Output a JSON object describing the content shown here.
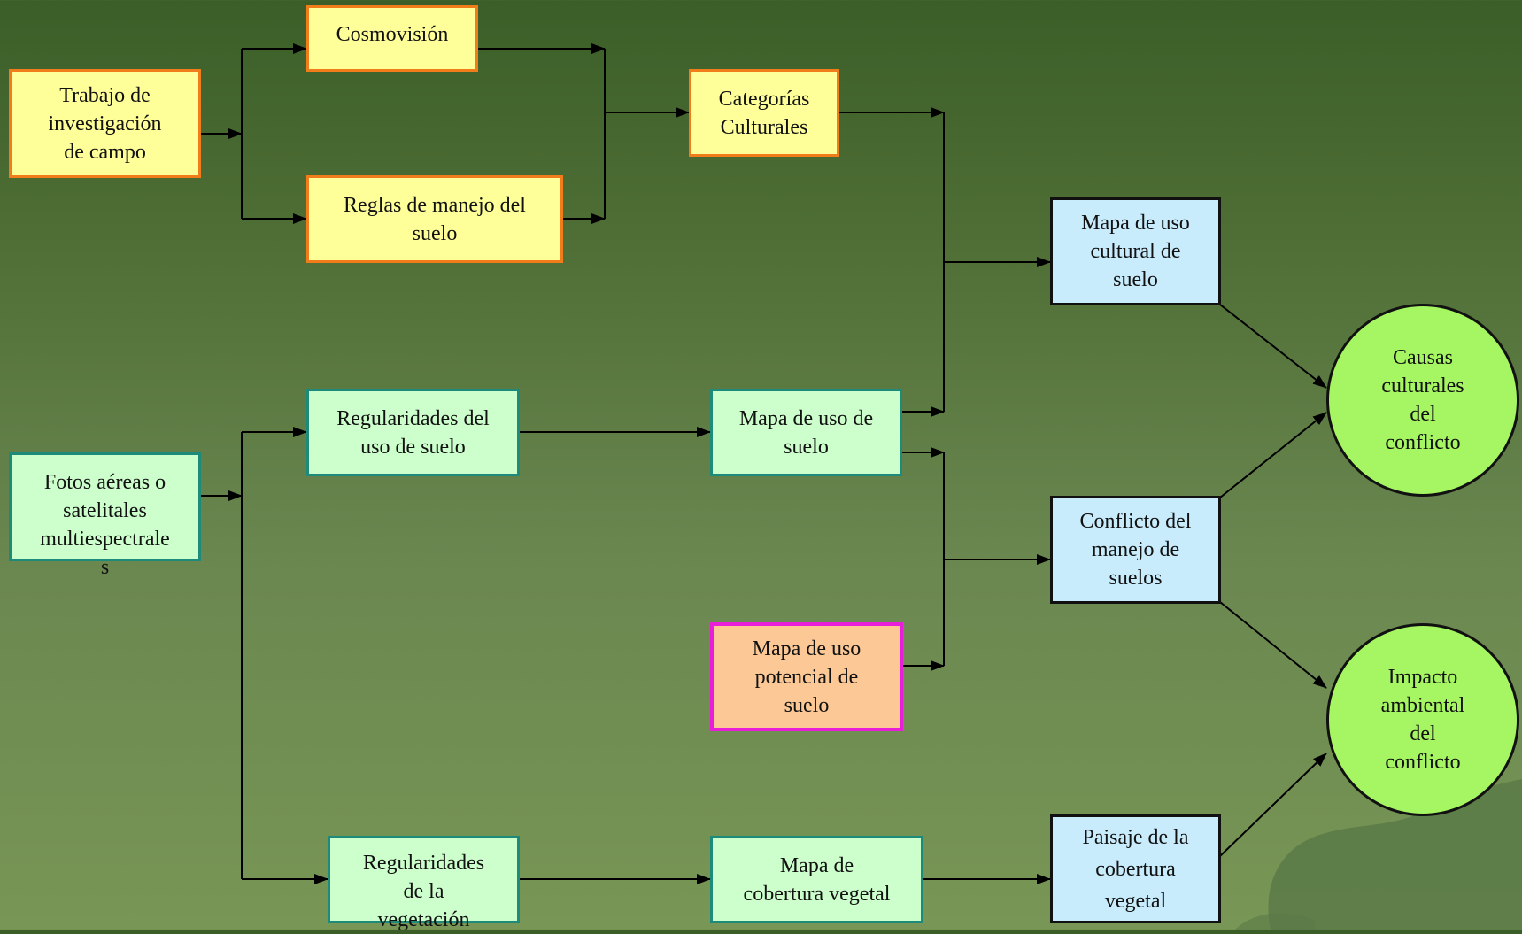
{
  "diagram": {
    "nodes": {
      "trabajo": "Trabajo de\ninvestigación\nde campo",
      "cosmovision": "Cosmovisión",
      "reglas": "Reglas de manejo del\nsuelo",
      "categorias": "Categorías\nCulturales",
      "mapa_cultural": "Mapa de uso\ncultural de\nsuelo",
      "causas": "Causas\nculturales\ndel\nconflicto",
      "fotos": "Fotos aéreas o\nsatelitales\nmultiespectrale\ns",
      "reg_uso": "Regularidades del\nuso de suelo",
      "mapa_uso": "Mapa de uso de\nsuelo",
      "conflicto": "Conflicto del\nmanejo de\nsuelos",
      "mapa_potencial": "Mapa de uso\npotencial de\nsuelo",
      "impacto": "Impacto\nambiental\ndel\nconflicto",
      "reg_veg": "Regularidades\nde la\nvegetación",
      "mapa_cobertura": "Mapa de\ncobertura vegetal",
      "paisaje": "Paisaje de la\ncobertura\nvegetal"
    },
    "edges": [
      [
        "trabajo",
        "cosmovision"
      ],
      [
        "trabajo",
        "reglas"
      ],
      [
        "cosmovision",
        "categorias"
      ],
      [
        "reglas",
        "categorias"
      ],
      [
        "categorias",
        "mapa_cultural"
      ],
      [
        "mapa_uso",
        "mapa_cultural"
      ],
      [
        "mapa_uso",
        "conflicto"
      ],
      [
        "mapa_potencial",
        "conflicto"
      ],
      [
        "mapa_cultural",
        "causas"
      ],
      [
        "conflicto",
        "causas"
      ],
      [
        "conflicto",
        "impacto"
      ],
      [
        "paisaje",
        "impacto"
      ],
      [
        "fotos",
        "reg_uso"
      ],
      [
        "fotos",
        "reg_veg"
      ],
      [
        "reg_uso",
        "mapa_uso"
      ],
      [
        "reg_veg",
        "mapa_cobertura"
      ],
      [
        "mapa_cobertura",
        "paisaje"
      ]
    ],
    "colors": {
      "background_top": "#3b5e28",
      "background_bottom": "#789655",
      "yellow_fill": "#ffff99",
      "orange_border": "#f07c1a",
      "mint_fill": "#ccffcc",
      "teal_border": "#1e8a7a",
      "blue_fill": "#c8ecfc",
      "peach_fill": "#fcc896",
      "magenta_border": "#e81ed8",
      "circle_fill": "#a6f562"
    }
  }
}
